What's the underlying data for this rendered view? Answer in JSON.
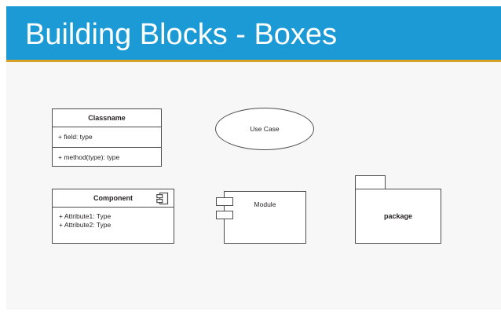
{
  "slide": {
    "title": "Building Blocks - Boxes",
    "header_color": "#1b9ad6",
    "header_rule_color": "#d9a227",
    "title_color": "#ffffff",
    "canvas_color": "#f7f7f7",
    "stroke_color": "#4d4d4d"
  },
  "shapes": {
    "class": {
      "name": "Classname",
      "field": "+ field: type",
      "method": "+ method(type): type"
    },
    "use_case": {
      "label": "Use Case"
    },
    "component": {
      "name": "Component",
      "icon": "component-icon",
      "attributes": [
        "+ Attribute1: Type",
        "+ Attribute2: Type"
      ]
    },
    "module": {
      "label": "Module"
    },
    "package": {
      "label": "package"
    }
  }
}
